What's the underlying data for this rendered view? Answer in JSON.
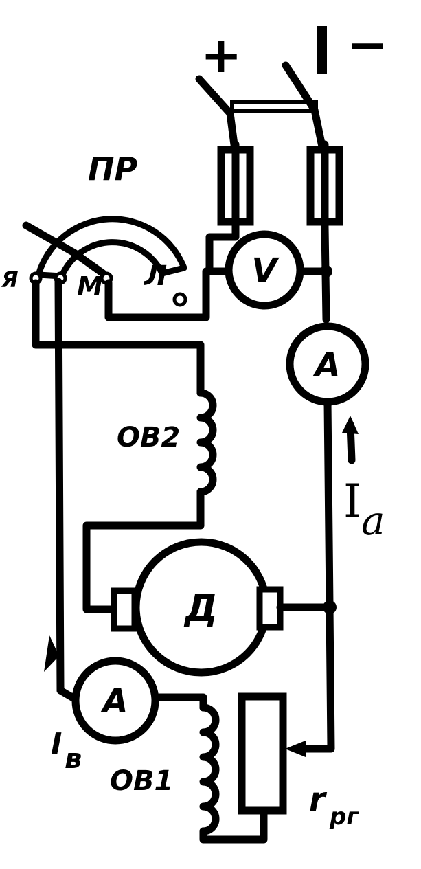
{
  "terminals": {
    "plus": "+",
    "minus": "−"
  },
  "switch_label": "ПР",
  "switch_contacts": {
    "ya": "Я",
    "m": "М",
    "l": "Л"
  },
  "voltmeter": "V",
  "armature_ammeter": "A",
  "field_ammeter": "A",
  "motor": "Д",
  "winding_2": "ОВ2",
  "winding_1": "ОВ1",
  "armature_current": {
    "symbol": "I",
    "subscript": "a"
  },
  "field_current": {
    "symbol": "I",
    "subscript": "в"
  },
  "rheostat": {
    "symbol": "r",
    "subscript": "рг"
  }
}
